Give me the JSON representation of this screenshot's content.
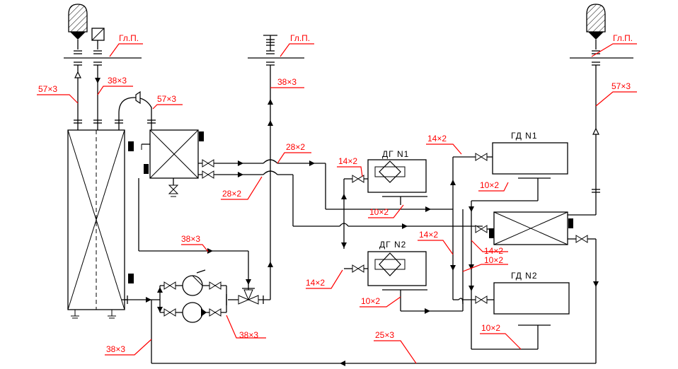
{
  "diagram": {
    "title_labels": {
      "gl_left": "Гл.П.",
      "gl_center": "Гл.П.",
      "gl_right": "Гл.П."
    },
    "equipment": {
      "dg1": "ДГ N1",
      "dg2": "ДГ N2",
      "gd1": "ГД N1",
      "gd2": "ГД N2"
    },
    "pipe_labels": {
      "p57_left": "57×3",
      "p38_top": "38×3",
      "p57_mid": "57×3",
      "p38_center": "38×3",
      "p57_right": "57×3",
      "p28_top": "28×2",
      "p28_bottom": "28×2",
      "p14_dg1": "14×2",
      "p14_gd1": "14×2",
      "p10_gd1": "10×2",
      "p10_dg1": "10×2",
      "p14_mid": "14×2",
      "p14_gd_right": "14×2",
      "p10_mid": "10×2",
      "p38_pump_top": "38×3",
      "p14_dg2": "14×2",
      "p10_dg2": "10×2",
      "p38_pump_bottom": "38×3",
      "p10_gd2": "10×2",
      "p25": "25×3",
      "p38_bottom": "38×3"
    },
    "colors": {
      "lines": "#000000",
      "labels": "#ff0000"
    }
  }
}
